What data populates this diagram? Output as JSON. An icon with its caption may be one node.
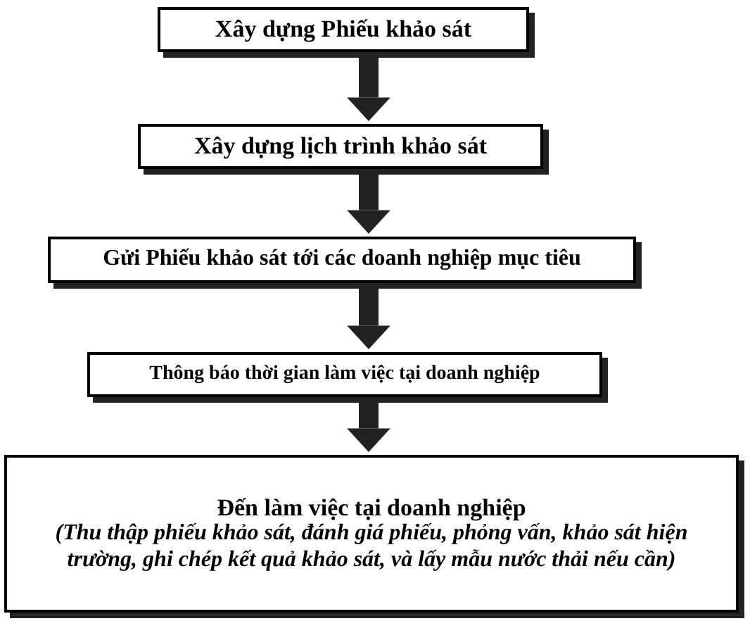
{
  "diagram": {
    "nodes": [
      {
        "text": [
          "Xây dựng Phiếu khảo sát"
        ]
      },
      {
        "text": [
          "Xây dựng lịch trình khảo sát"
        ]
      },
      {
        "text": [
          "Gửi Phiếu khảo sát tới các doanh nghiệp mục tiêu"
        ]
      },
      {
        "text": [
          "Thông báo thời gian làm việc tại doanh nghiệp"
        ]
      },
      {
        "text": [
          "Đến làm việc tại doanh nghiệp",
          "(Thu thập phiếu khảo sát, đánh giá phiếu, phỏng vấn, khảo sát hiện trường, ghi chép kết quả khảo sát, và lấy mẫu nước thải nếu cần)"
        ]
      }
    ],
    "edges": [
      {
        "from": 0,
        "to": 1,
        "arrow": "to"
      },
      {
        "from": 1,
        "to": 2,
        "arrow": "to"
      },
      {
        "from": 2,
        "to": 3,
        "arrow": "to"
      },
      {
        "from": 3,
        "to": 4,
        "arrow": "to"
      }
    ]
  }
}
